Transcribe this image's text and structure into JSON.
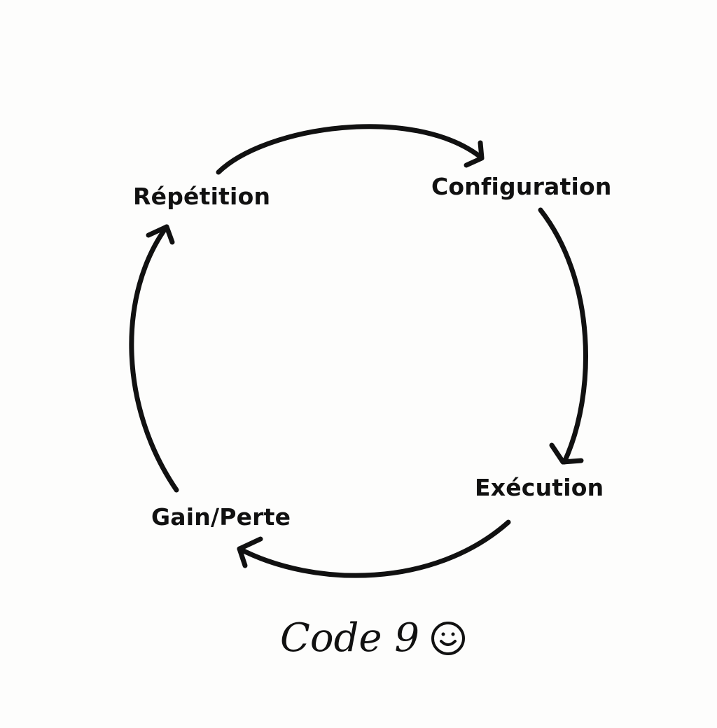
{
  "diagram": {
    "type": "cycle",
    "nodes": [
      {
        "id": "repetition",
        "label": "Répétition"
      },
      {
        "id": "configuration",
        "label": "Configuration"
      },
      {
        "id": "execution",
        "label": "Exécution"
      },
      {
        "id": "gain",
        "label": "Gain/Perte"
      }
    ],
    "edges": [
      {
        "from": "repetition",
        "to": "configuration"
      },
      {
        "from": "configuration",
        "to": "execution"
      },
      {
        "from": "execution",
        "to": "gain"
      },
      {
        "from": "gain",
        "to": "repetition"
      }
    ],
    "signature": "Code 9",
    "signature_icon": "smiley-icon",
    "stroke_color": "#111111",
    "background_color": "#fdfdfc"
  }
}
